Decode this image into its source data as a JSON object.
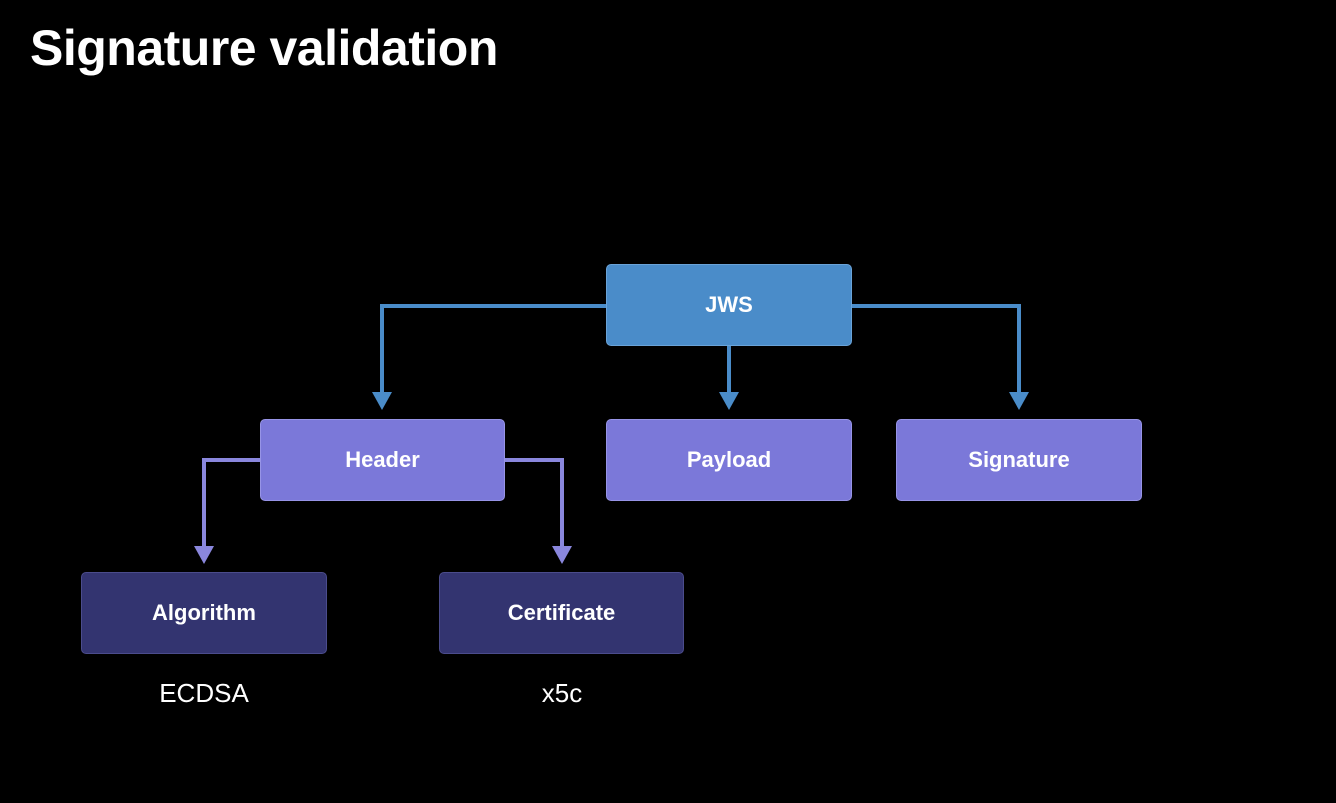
{
  "title": "Signature validation",
  "colors": {
    "background": "#000000",
    "root_fill": "#4a8cc9",
    "root_connector": "#4a8cc9",
    "mid_fill": "#7b78d9",
    "mid_connector": "#8a87dd",
    "leaf_fill": "#333470",
    "text": "#ffffff"
  },
  "diagram": {
    "root": {
      "label": "JWS"
    },
    "children": [
      {
        "label": "Header"
      },
      {
        "label": "Payload"
      },
      {
        "label": "Signature"
      }
    ],
    "header_children": [
      {
        "label": "Algorithm",
        "value": "ECDSA"
      },
      {
        "label": "Certificate",
        "value": "x5c"
      }
    ]
  }
}
